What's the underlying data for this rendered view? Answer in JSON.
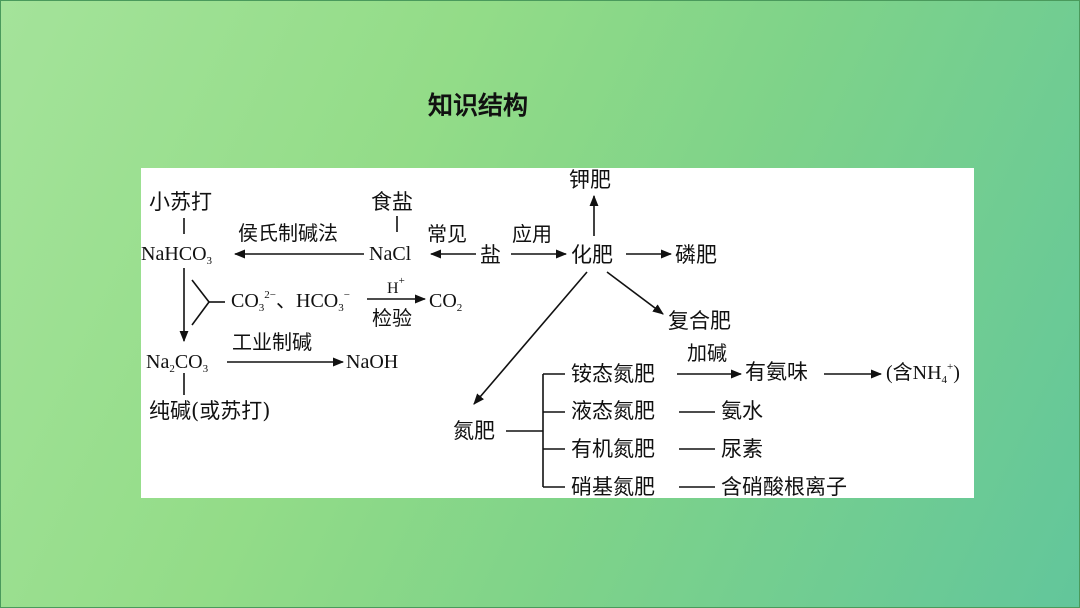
{
  "title": "知识结构",
  "diagram": {
    "xiaosuda": "小苏打",
    "nahco3": "NaHCO",
    "nahco3_sub": "3",
    "houshi": "侯氏制碱法",
    "shiyan": "食盐",
    "nacl": "NaCl",
    "changjian": "常见",
    "yan": "盐",
    "yingyong": "应用",
    "huafei": "化肥",
    "jiafei": "钾肥",
    "linfei": "磷肥",
    "fuhefei": "复合肥",
    "co3_a": "CO",
    "co3_sub": "3",
    "co3_sup": "2−",
    "dun": "、",
    "hco3_a": "HCO",
    "hco3_sub": "3",
    "hco3_sup": "−",
    "h_plus": "H",
    "h_plus_sup": "+",
    "jianyan": "检验",
    "co2_a": "CO",
    "co2_sub": "2",
    "na2co3_a": "Na",
    "na2co3_sub1": "2",
    "na2co3_b": "CO",
    "na2co3_sub2": "3",
    "gongye": "工业制碱",
    "naoh": "NaOH",
    "chunjian": "纯碱(或苏打)",
    "danfei": "氮肥",
    "antai": "铵态氮肥",
    "jiajian": "加碱",
    "youanwei": "有氨味",
    "han_nh4_a": "(含NH",
    "han_nh4_sub": "4",
    "han_nh4_sup": "+",
    "han_nh4_b": ")",
    "yetai": "液态氮肥",
    "anshui": "氨水",
    "youji": "有机氮肥",
    "niaosu": "尿素",
    "xiaoji": "硝基氮肥",
    "hanxiao": "含硝酸根离子"
  }
}
